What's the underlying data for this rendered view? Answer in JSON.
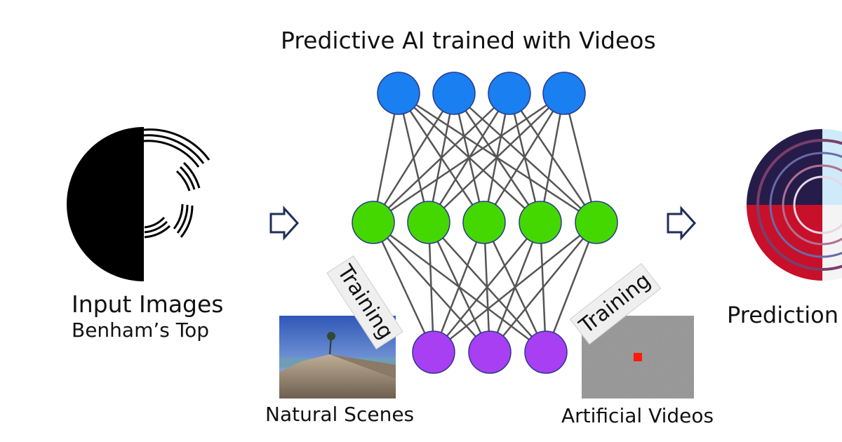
{
  "title": "Predictive AI trained with Videos",
  "input": {
    "label": "Input Images",
    "sublabel": "Benham’s Top"
  },
  "prediction": {
    "label": "Prediction"
  },
  "natural": {
    "label": "Natural Scenes"
  },
  "artificial": {
    "label": "Artificial Videos"
  },
  "training": {
    "left_label": "Training",
    "right_label": "Training"
  },
  "colors": {
    "output_nodes": "#1a7ff0",
    "hidden_nodes": "#44d800",
    "input_nodes": "#a83ff2",
    "node_stroke": "#2a3a8a",
    "edges": "#555555",
    "arrows": "#1f2d5a",
    "artificial_dot": "#ff1a0a"
  },
  "network": {
    "layers": [
      4,
      5,
      3
    ]
  }
}
